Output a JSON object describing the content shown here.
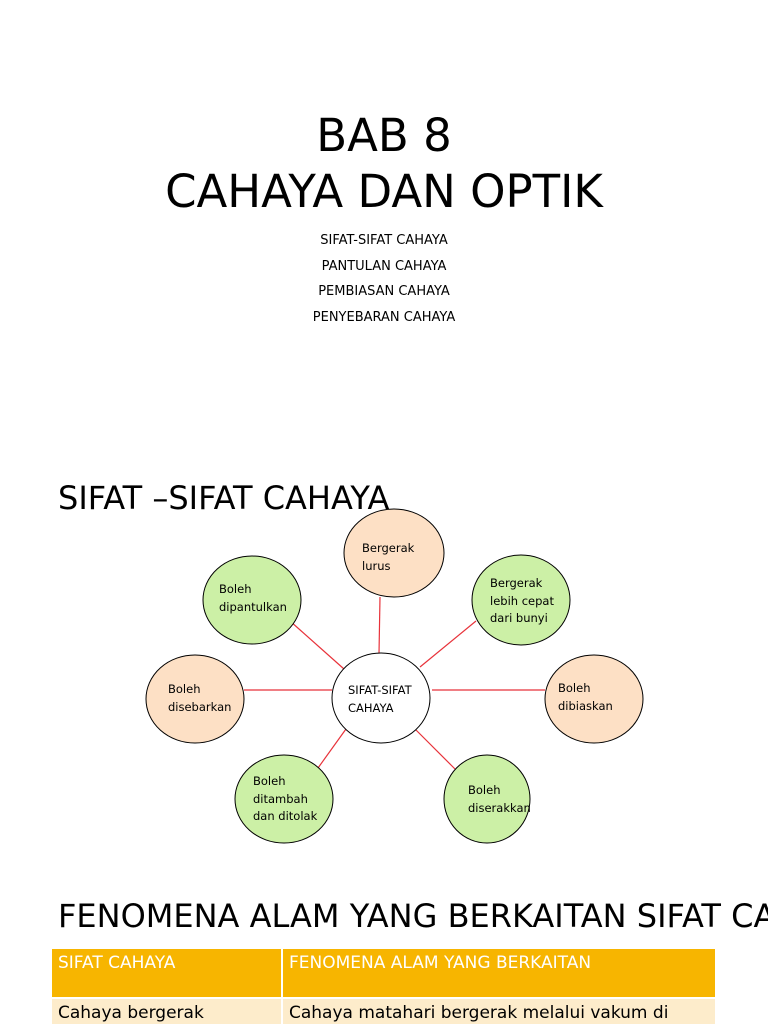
{
  "cover": {
    "title_line_1": "BAB 8",
    "title_line_2": "CAHAYA DAN OPTIK",
    "topics": [
      "SIFAT-SIFAT CAHAYA",
      "PANTULAN CAHAYA",
      "PEMBIASAN CAHAYA",
      "PENYEBARAN CAHAYA"
    ]
  },
  "properties_slide": {
    "heading": "SIFAT –SIFAT CAHAYA",
    "center": [
      "SIFAT-SIFAT",
      "CAHAYA"
    ],
    "nodes": [
      {
        "lines": [
          "Bergerak",
          "lurus"
        ],
        "color": "#fde0c5"
      },
      {
        "lines": [
          "Bergerak",
          "lebih cepat",
          "dari bunyi"
        ],
        "color": "#ccf0a6"
      },
      {
        "lines": [
          "Boleh",
          "dibiaskan"
        ],
        "color": "#fde0c5"
      },
      {
        "lines": [
          "Boleh",
          "diserakkan"
        ],
        "color": "#ccf0a6"
      },
      {
        "lines": [
          "Boleh",
          "ditambah",
          "dan ditolak"
        ],
        "color": "#ccf0a6"
      },
      {
        "lines": [
          "Boleh",
          "disebarkan"
        ],
        "color": "#fde0c5"
      },
      {
        "lines": [
          "Boleh",
          "dipantulkan"
        ],
        "color": "#ccf0a6"
      }
    ],
    "colors": {
      "connector": "#e8323a",
      "node_border": "#000000"
    }
  },
  "phenomena_slide": {
    "heading": "FENOMENA ALAM YANG BERKAITAN SIFAT CAHAYA",
    "table": {
      "headers": [
        "SIFAT CAHAYA",
        "FENOMENA ALAM YANG BERKAITAN"
      ],
      "rows": [
        [
          "Cahaya bergerak",
          "Cahaya matahari bergerak melalui vakum di"
        ]
      ]
    },
    "colors": {
      "header_bg": "#f7b500",
      "row_bg": "#fdeccb"
    }
  }
}
